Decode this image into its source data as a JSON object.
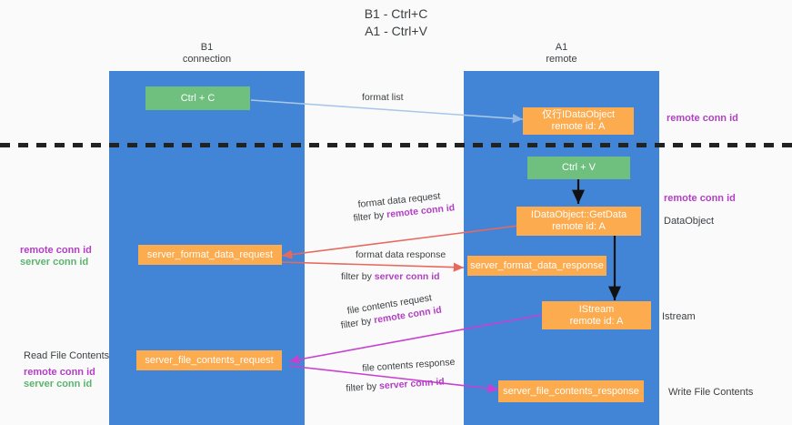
{
  "title": {
    "line1": "B1 - Ctrl+C",
    "line2": "A1 - Ctrl+V"
  },
  "columns": [
    {
      "name": "B1",
      "sub": "connection"
    },
    {
      "name": "A1",
      "sub": "remote"
    }
  ],
  "boxes": {
    "ctrl_c": "Ctrl + C",
    "ctrl_v": "Ctrl + V",
    "idataobject_line1": "仅行IDataObject",
    "idataobject_line2": "remote id: A",
    "getdata_line1": "IDataObject::GetData",
    "getdata_line2": "remote id: A",
    "istream_line1": "IStream",
    "istream_line2": "remote id: A",
    "server_format_data_request": "server_format_data_request",
    "server_format_data_response": "server_format_data_response",
    "server_file_contents_request": "server_file_contents_request",
    "server_file_contents_response": "server_file_contents_response"
  },
  "annotations": {
    "format_list": "format list",
    "format_data_request": "format data request",
    "filter_by_prefix": "filter by",
    "remote_conn_id": "remote conn id",
    "server_conn_id": "server conn id",
    "format_data_response": "format data response",
    "file_contents_request": "file contents request",
    "file_contents_response": "file contents response"
  },
  "side_labels": {
    "right_remote_conn_top": "remote conn id",
    "right_remote_conn_mid": "remote conn id",
    "dataobject": "DataObject",
    "istream": "Istream",
    "write_file_contents": "Write File Contents",
    "left_remote_conn_mid": "remote conn id",
    "left_server_conn_mid": "server conn id",
    "read_file_contents": "Read File Contents",
    "left_remote_conn_bottom": "remote conn id",
    "left_server_conn_bottom": "server conn id"
  },
  "colors": {
    "lane": "#4285d6",
    "green_box": "#6fc07f",
    "orange_box": "#fcab4f",
    "purple_text": "#b23fc4",
    "green_text": "#5ab46e",
    "arrow_blue": "#a8c7e8",
    "arrow_black": "#111111",
    "arrow_red": "#e8685c",
    "arrow_magenta": "#c93fd0"
  }
}
